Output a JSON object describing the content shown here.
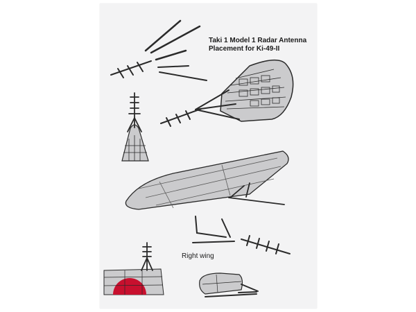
{
  "title": {
    "line1": "Taki 1 Model 1 Radar Antenna",
    "line2": "Placement for Ki-49-II"
  },
  "caption": "Right wing",
  "colors": {
    "sheet": "#f3f3f4",
    "part_fill": "#c9c9cb",
    "ink": "#2a2a2a",
    "hinomaru": "#c8102e"
  }
}
